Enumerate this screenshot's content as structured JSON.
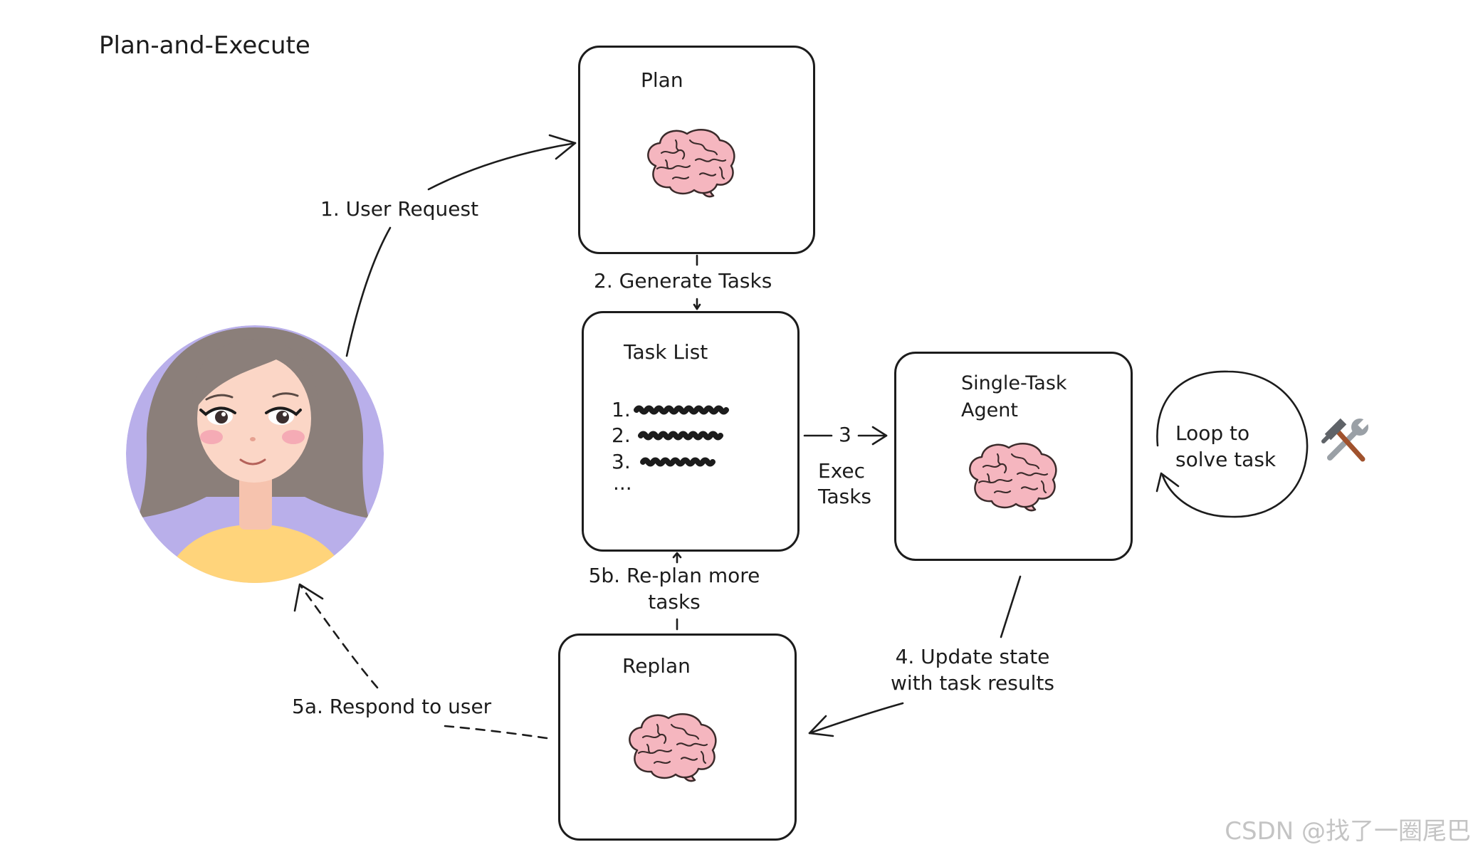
{
  "title": "Plan-and-Execute",
  "nodes": {
    "plan": {
      "label": "Plan",
      "icon": "brain-icon"
    },
    "task_list": {
      "label": "Task List",
      "items": [
        "1.",
        "2.",
        "3.",
        "..."
      ]
    },
    "single_task_agent": {
      "label_lines": [
        "Single-Task",
        "Agent"
      ],
      "icon": "brain-icon"
    },
    "replan": {
      "label": "Replan",
      "icon": "brain-icon"
    },
    "user": {
      "icon": "user-avatar"
    },
    "loop": {
      "label_lines": [
        "Loop to",
        "solve task"
      ],
      "icon": "tools-icon"
    }
  },
  "edges": {
    "user_request": "1. User Request",
    "generate_tasks": "2. Generate Tasks",
    "exec_tasks": {
      "step": "3",
      "label_lines": [
        "Exec",
        "Tasks"
      ]
    },
    "update_state": {
      "label_lines": [
        "4. Update state",
        "with task results"
      ]
    },
    "replan_more": {
      "label_lines": [
        "5b. Re-plan more",
        "tasks"
      ]
    },
    "respond": "5a. Respond to user"
  },
  "watermark": "CSDN @找了一圈尾巴",
  "colors": {
    "ink": "#1c1c1c",
    "brain": "#f5b6bf",
    "avatar_bg": "#b9afea",
    "hair": "#8b7f7a",
    "skin": "#fbd6c6",
    "shirt": "#ffd47b",
    "cheek": "#f3a3b1",
    "watermark": "#c4c4c4"
  }
}
